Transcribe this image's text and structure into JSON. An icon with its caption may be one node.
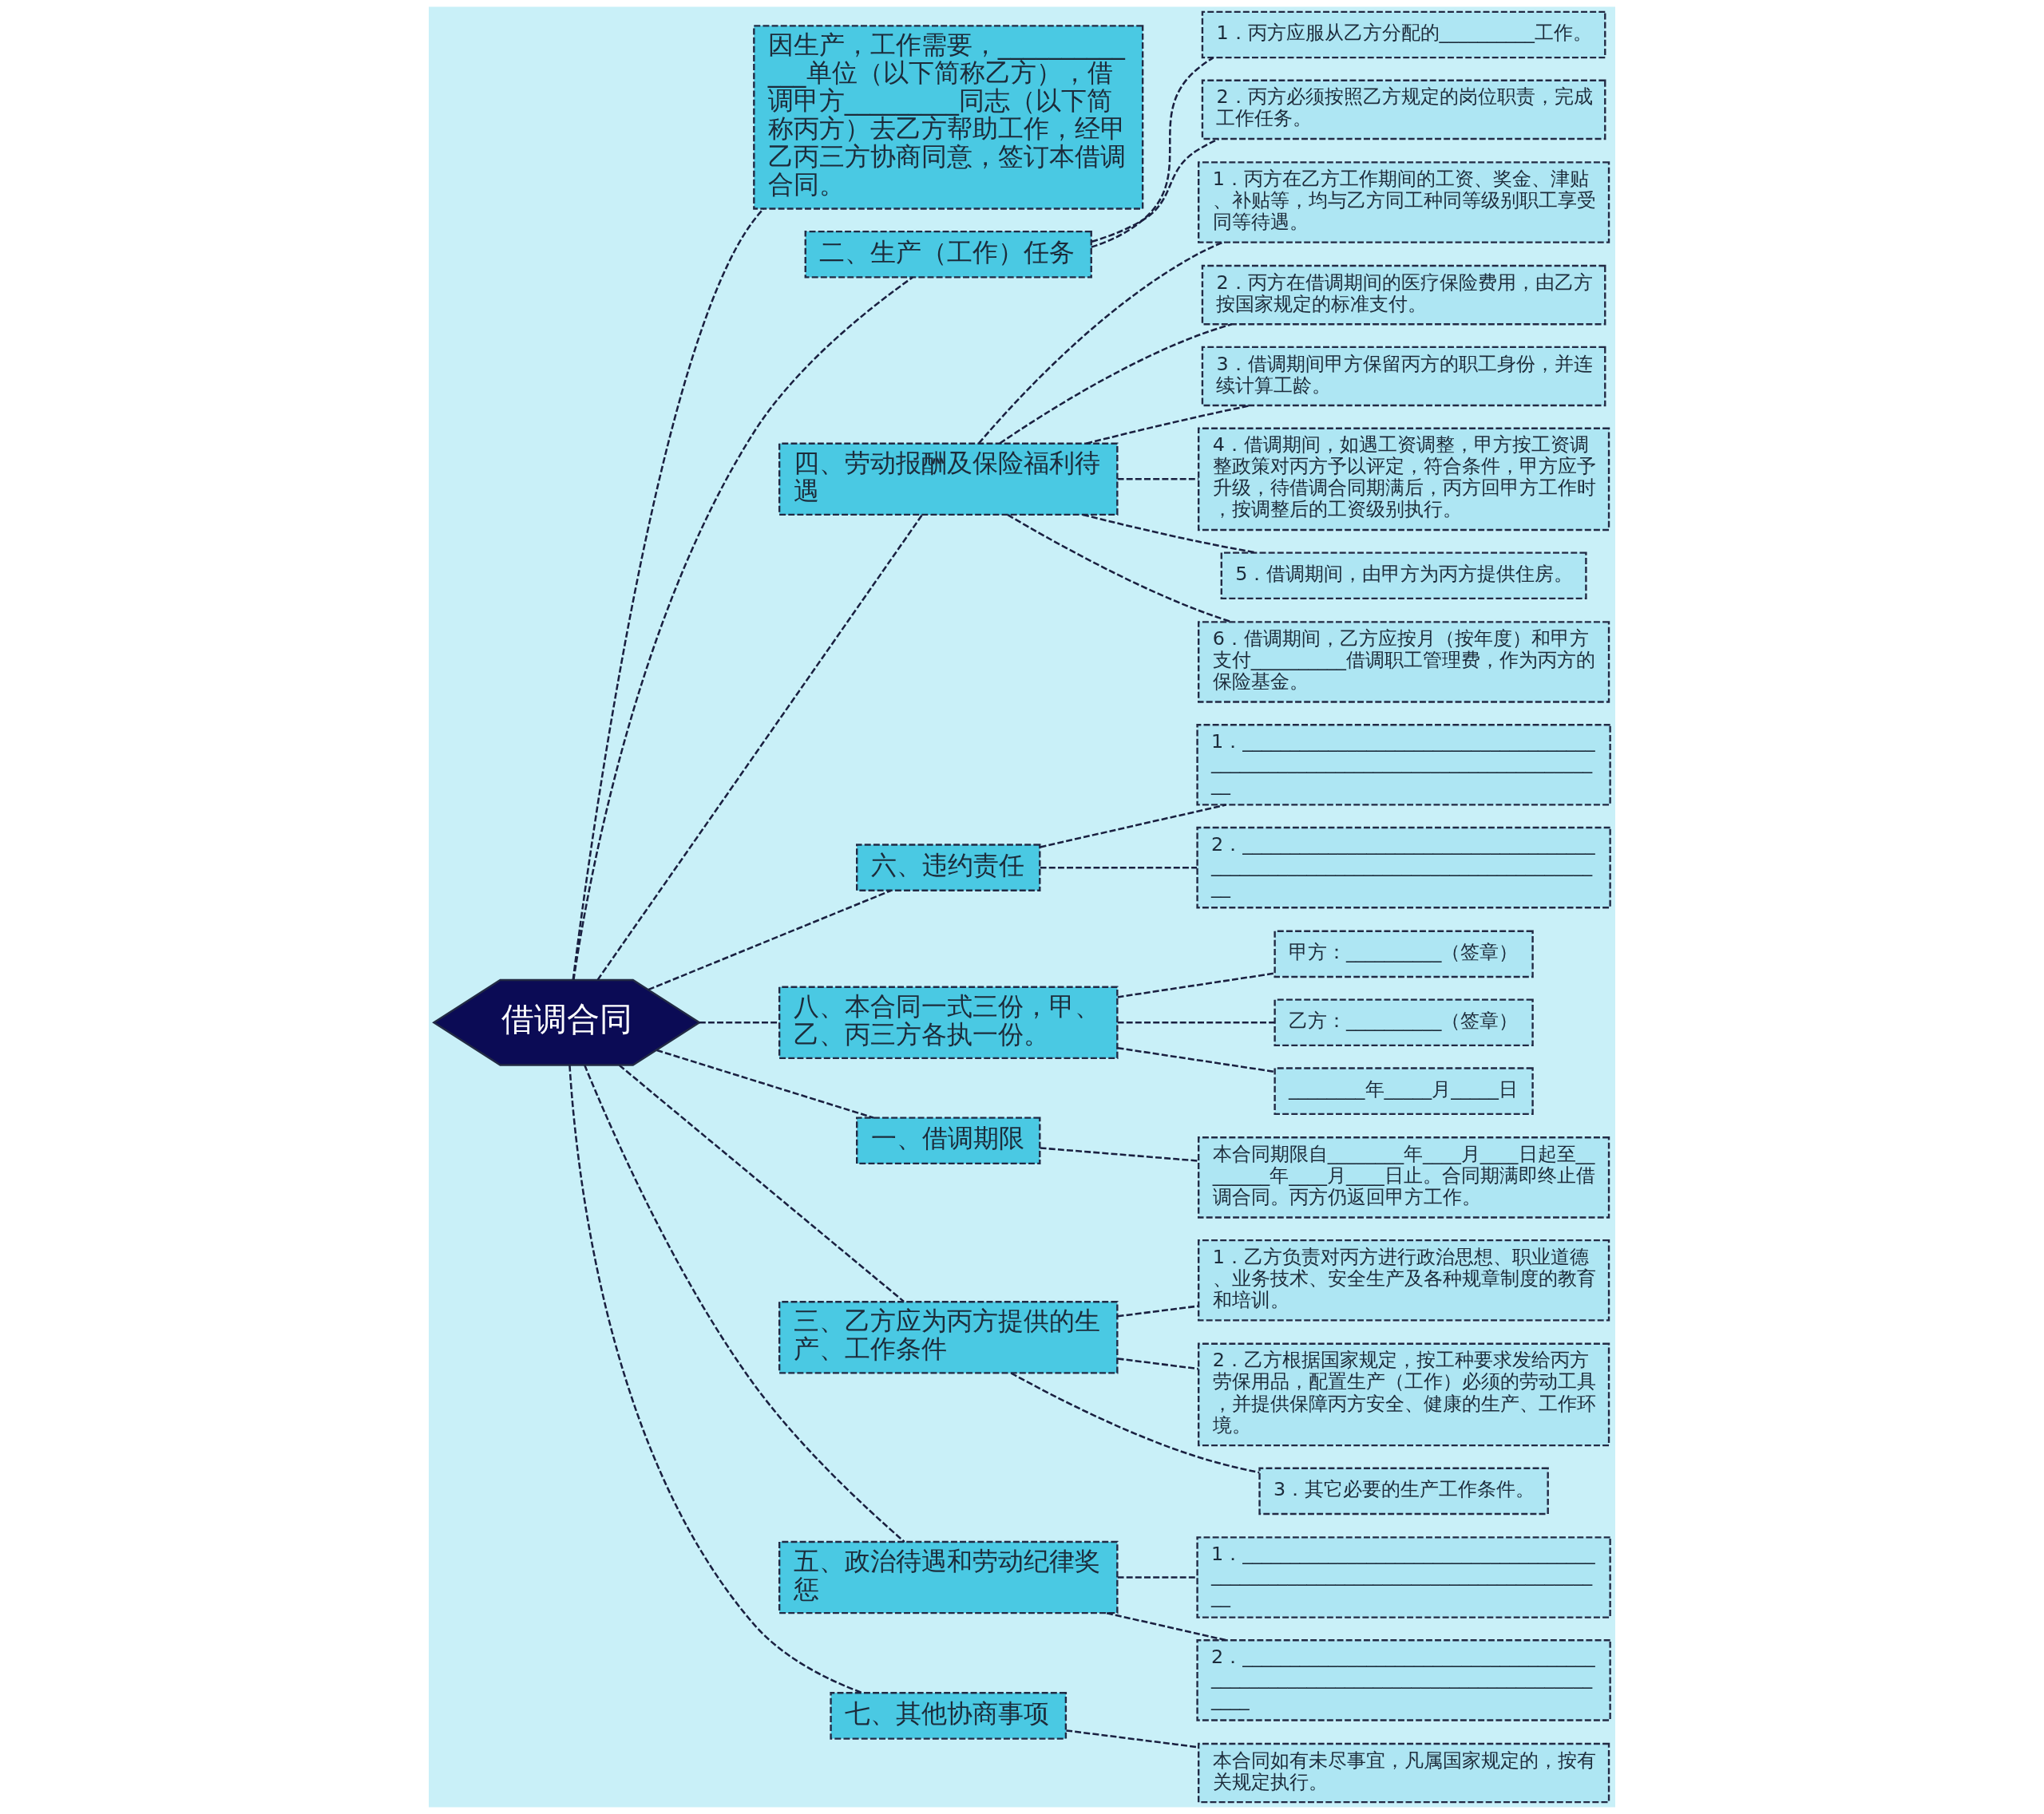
{
  "diagram": {
    "nodes": [
      {
        "text": [
          "借调合同"
        ]
      },
      {
        "text": [
          "因生产，工作需要，_____________单位（以下简称乙方），借调甲方_________同志（以下简称丙方）去乙方帮助工作，经甲乙丙三方协商同意，签订本借调合同。"
        ]
      },
      {
        "text": [
          "二、生产（工作）任务"
        ]
      },
      {
        "text": [
          "1．丙方应服从乙方分配的__________工作。"
        ]
      },
      {
        "text": [
          "2．丙方必须按照乙方规定的岗位职责，完成工作任务。"
        ]
      },
      {
        "text": [
          "四、劳动报酬及保险福利待遇"
        ]
      },
      {
        "text": [
          "1．丙方在乙方工作期间的工资、奖金、津贴、补贴等，均与乙方同工种同等级别职工享受同等待遇。"
        ]
      },
      {
        "text": [
          "2．丙方在借调期间的医疗保险费用，由乙方按国家规定的标准支付。"
        ]
      },
      {
        "text": [
          "3．借调期间甲方保留丙方的职工身份，并连续计算工龄。"
        ]
      },
      {
        "text": [
          "4．借调期间，如遇工资调整，甲方按工资调整政策对丙方予以评定，符合条件，甲方应予升级，待借调合同期满后，丙方回甲方工作时，按调整后的工资级别执行。"
        ]
      },
      {
        "text": [
          "5．借调期间，由甲方为丙方提供住房。"
        ]
      },
      {
        "text": [
          "6．借调期间，乙方应按月（按年度）和甲方支付__________借调职工管理费，作为丙方的保险基金。"
        ]
      },
      {
        "text": [
          "六、违约责任"
        ]
      },
      {
        "text": [
          "1．_______________________________________________________________________________"
        ]
      },
      {
        "text": [
          "2．_______________________________________________________________________________"
        ]
      },
      {
        "text": [
          "八、本合同一式三份，甲、乙、丙三方各执一份。"
        ]
      },
      {
        "text": [
          "甲方：__________（签章）"
        ]
      },
      {
        "text": [
          "乙方：__________（签章）"
        ]
      },
      {
        "text": [
          "________年_____月_____日"
        ]
      },
      {
        "text": [
          "一、借调期限"
        ]
      },
      {
        "text": [
          "本合同期限自________年____月____日起至________年____月____日止。合同期满即终止借调合同。丙方仍返回甲方工作。"
        ]
      },
      {
        "text": [
          "三、乙方应为丙方提供的生产、工作条件"
        ]
      },
      {
        "text": [
          "1．乙方负责对丙方进行政治思想、职业道德、业务技术、安全生产及各种规章制度的教育和培训。"
        ]
      },
      {
        "text": [
          "2．乙方根据国家规定，按工种要求发给丙方劳保用品，配置生产（工作）必须的劳动工具，并提供保障丙方安全、健康的生产、工作环境。"
        ]
      },
      {
        "text": [
          "3．其它必要的生产工作条件。"
        ]
      },
      {
        "text": [
          "五、政治待遇和劳动纪律奖惩"
        ]
      },
      {
        "text": [
          "1．_______________________________________________________________________________"
        ]
      },
      {
        "text": [
          "2．_________________________________________________________________________________"
        ]
      },
      {
        "text": [
          "七、其他协商事项"
        ]
      },
      {
        "text": [
          "本合同如有未尽事宜，凡属国家规定的，按有关规定执行。"
        ]
      }
    ],
    "edges": [
      {
        "from": 0,
        "to": 1,
        "arrow": "none",
        "style": "dashed"
      },
      {
        "from": 0,
        "to": 2,
        "arrow": "none",
        "style": "dashed"
      },
      {
        "from": 2,
        "to": 3,
        "arrow": "none",
        "style": "dashed"
      },
      {
        "from": 2,
        "to": 4,
        "arrow": "none",
        "style": "dashed"
      },
      {
        "from": 0,
        "to": 5,
        "arrow": "none",
        "style": "dashed"
      },
      {
        "from": 5,
        "to": 6,
        "arrow": "none",
        "style": "dashed"
      },
      {
        "from": 5,
        "to": 7,
        "arrow": "none",
        "style": "dashed"
      },
      {
        "from": 5,
        "to": 8,
        "arrow": "none",
        "style": "dashed"
      },
      {
        "from": 5,
        "to": 9,
        "arrow": "none",
        "style": "dashed"
      },
      {
        "from": 5,
        "to": 10,
        "arrow": "none",
        "style": "dashed"
      },
      {
        "from": 5,
        "to": 11,
        "arrow": "none",
        "style": "dashed"
      },
      {
        "from": 0,
        "to": 12,
        "arrow": "none",
        "style": "dashed"
      },
      {
        "from": 12,
        "to": 13,
        "arrow": "none",
        "style": "dashed"
      },
      {
        "from": 12,
        "to": 14,
        "arrow": "none",
        "style": "dashed"
      },
      {
        "from": 0,
        "to": 15,
        "arrow": "none",
        "style": "dashed"
      },
      {
        "from": 15,
        "to": 16,
        "arrow": "none",
        "style": "dashed"
      },
      {
        "from": 15,
        "to": 17,
        "arrow": "none",
        "style": "dashed"
      },
      {
        "from": 15,
        "to": 18,
        "arrow": "none",
        "style": "dashed"
      },
      {
        "from": 0,
        "to": 19,
        "arrow": "none",
        "style": "dashed"
      },
      {
        "from": 19,
        "to": 20,
        "arrow": "none",
        "style": "dashed"
      },
      {
        "from": 0,
        "to": 21,
        "arrow": "none",
        "style": "dashed"
      },
      {
        "from": 21,
        "to": 22,
        "arrow": "none",
        "style": "dashed"
      },
      {
        "from": 21,
        "to": 23,
        "arrow": "none",
        "style": "dashed"
      },
      {
        "from": 21,
        "to": 24,
        "arrow": "none",
        "style": "dashed"
      },
      {
        "from": 0,
        "to": 25,
        "arrow": "none",
        "style": "dashed"
      },
      {
        "from": 25,
        "to": 26,
        "arrow": "none",
        "style": "dashed"
      },
      {
        "from": 25,
        "to": 27,
        "arrow": "none",
        "style": "dashed"
      },
      {
        "from": 0,
        "to": 28,
        "arrow": "none",
        "style": "dashed"
      },
      {
        "from": 28,
        "to": 29,
        "arrow": "none",
        "style": "dashed"
      }
    ]
  }
}
